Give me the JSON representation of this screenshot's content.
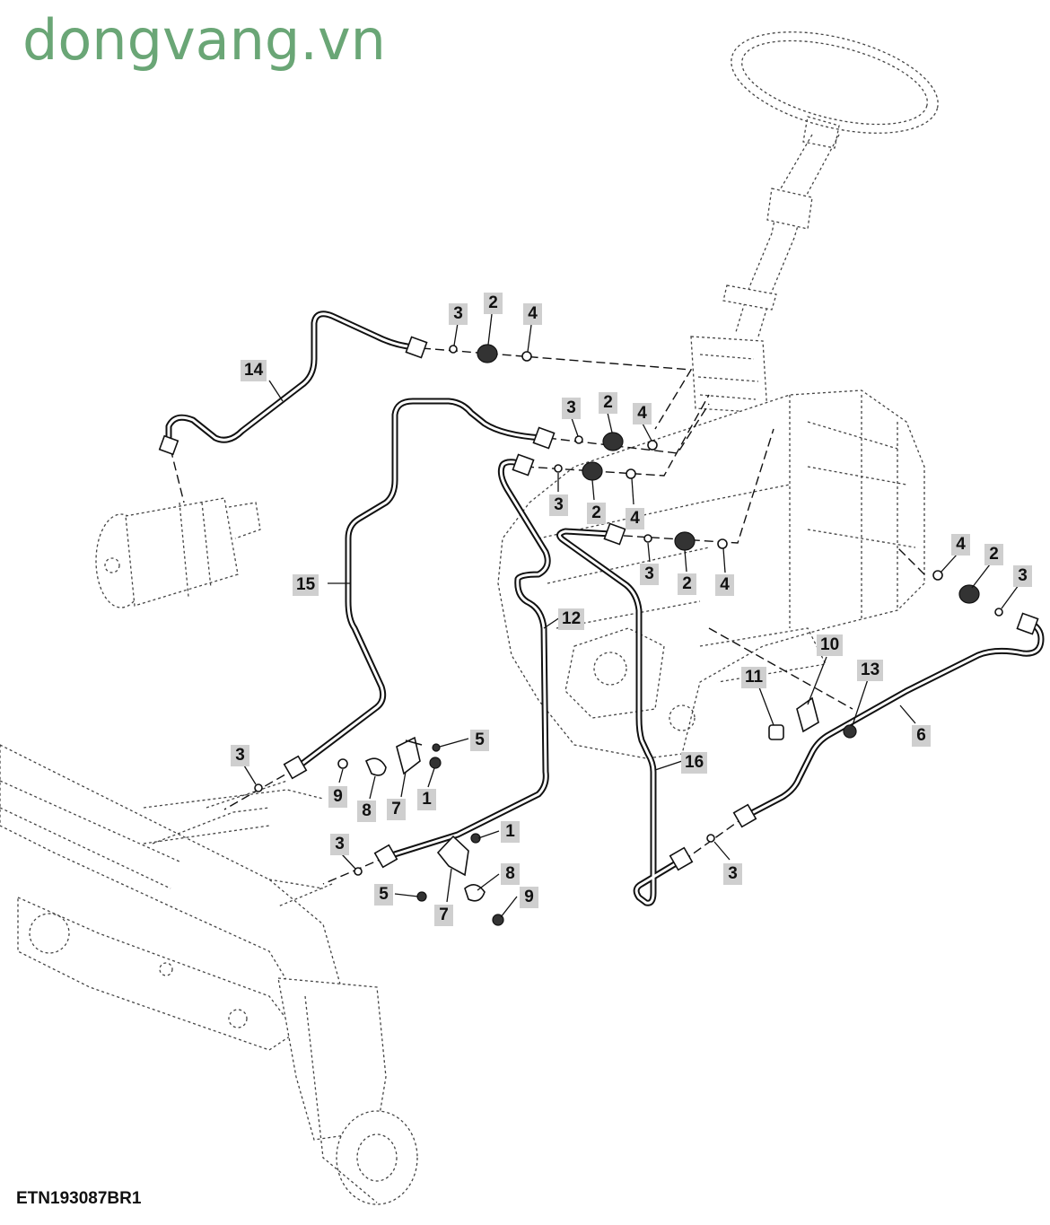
{
  "watermark": "dongvang.vn",
  "figure_id": "ETN193087BR1",
  "callouts": {
    "c1": "3",
    "c2": "2",
    "c3": "4",
    "c4": "3",
    "c5": "2",
    "c6": "4",
    "c7": "3",
    "c8": "2",
    "c9": "4",
    "c10": "3",
    "c11": "2",
    "c12": "4",
    "c13": "4",
    "c14": "2",
    "c15": "3",
    "c16": "10",
    "c17": "11",
    "c18": "13",
    "c19": "6",
    "c20": "3",
    "c21": "16",
    "c22": "12",
    "c23": "14",
    "c24": "15",
    "c25": "3",
    "c26": "5",
    "c27": "9",
    "c28": "8",
    "c29": "7",
    "c30": "1",
    "c31": "3",
    "c32": "1",
    "c33": "5",
    "c34": "7",
    "c35": "8",
    "c36": "9"
  }
}
